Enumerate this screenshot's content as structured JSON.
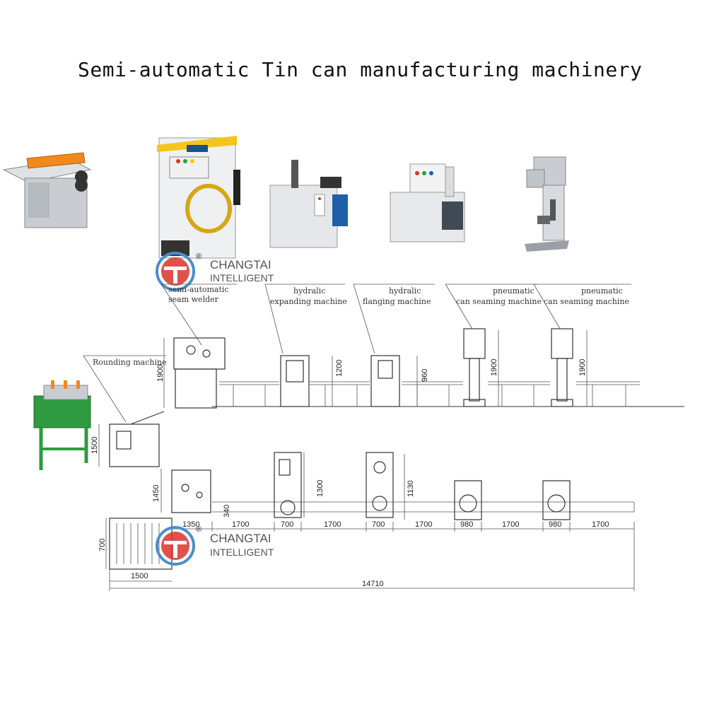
{
  "title": "Semi-automatic Tin can manufacturing machinery",
  "brand": {
    "name": "CHANGTAI",
    "sub": "INTELLIGENT",
    "mark": "®"
  },
  "labels": {
    "rounding": "Rounding machine",
    "welder_1": "semi-automatic",
    "welder_2": "seam welder",
    "expand_1": "hydralic",
    "expand_2": "expanding machine",
    "flange_1": "hydralic",
    "flange_2": "flanging machine",
    "seam1_1": "pneumatic",
    "seam1_2": "can seaming machine",
    "seam2_1": "pneumatic",
    "seam2_2": "can seaming machine"
  },
  "side_dims": {
    "welder": "1900",
    "rounding": "1500",
    "expand": "1200",
    "flange": "960",
    "seam1": "1900",
    "seam2": "1900"
  },
  "plan_dims": {
    "welder": "1450",
    "expand": "1300",
    "flange": "1130",
    "feed": "340",
    "depth": "700",
    "row": [
      "1350",
      "1700",
      "700",
      "1700",
      "700",
      "1700",
      "980",
      "1700",
      "980",
      "1700"
    ],
    "table": "1500",
    "total": "14710"
  },
  "colors": {
    "accent_red": "#d9342b",
    "accent_blue": "#4b8ec9",
    "machine_green": "#2f9a3f",
    "machine_grey": "#c9cdd2",
    "orange": "#f08a1c"
  }
}
